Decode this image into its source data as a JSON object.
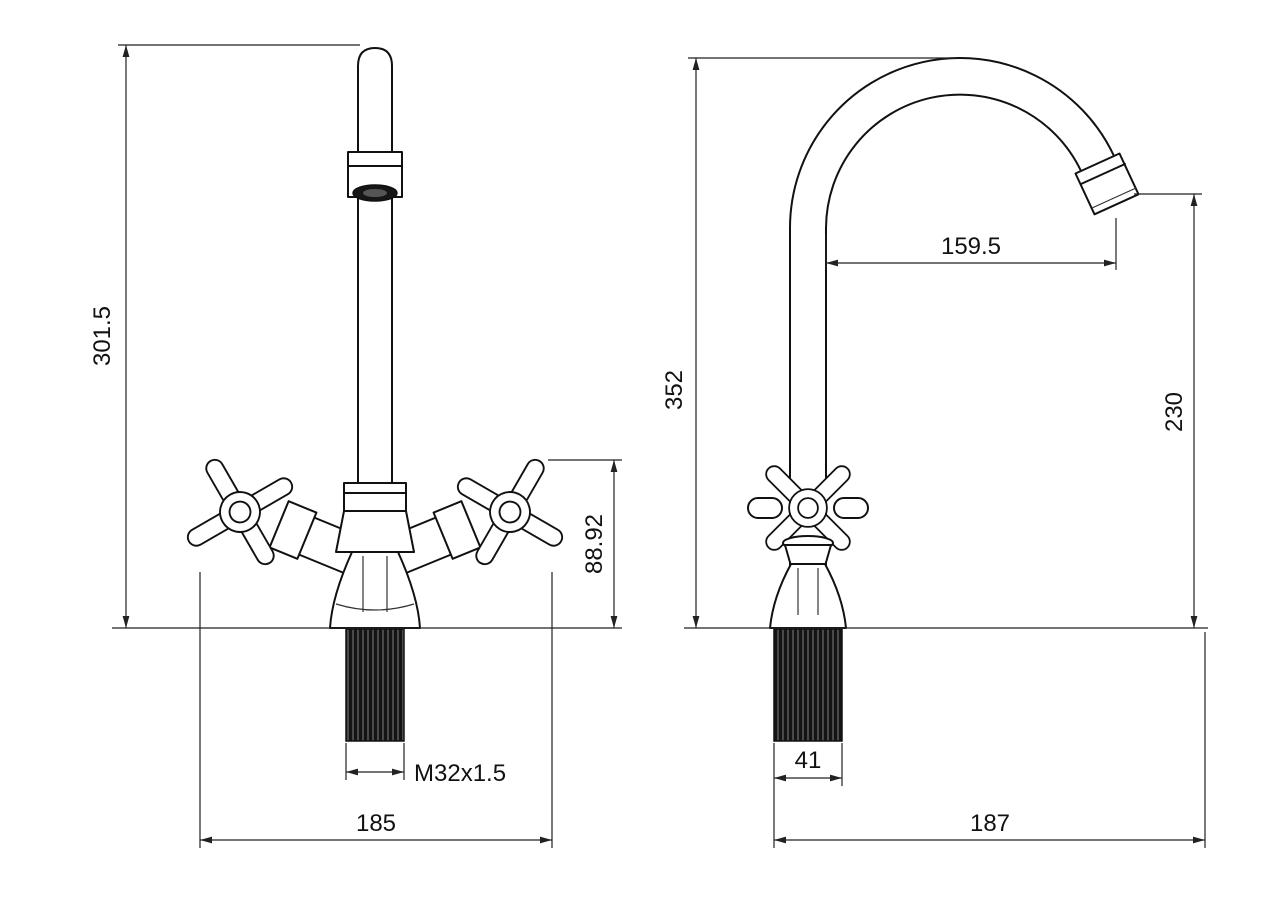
{
  "colors": {
    "background": "#ffffff",
    "line": "#111111",
    "dim": "#222222",
    "text": "#111111"
  },
  "dims": {
    "front": {
      "height": "301.5",
      "handle_height": "88.92",
      "thread": "M32x1.5",
      "width": "185"
    },
    "side": {
      "height": "352",
      "reach": "159.5",
      "outlet_height": "230",
      "shank_width": "41",
      "depth": "187"
    }
  }
}
